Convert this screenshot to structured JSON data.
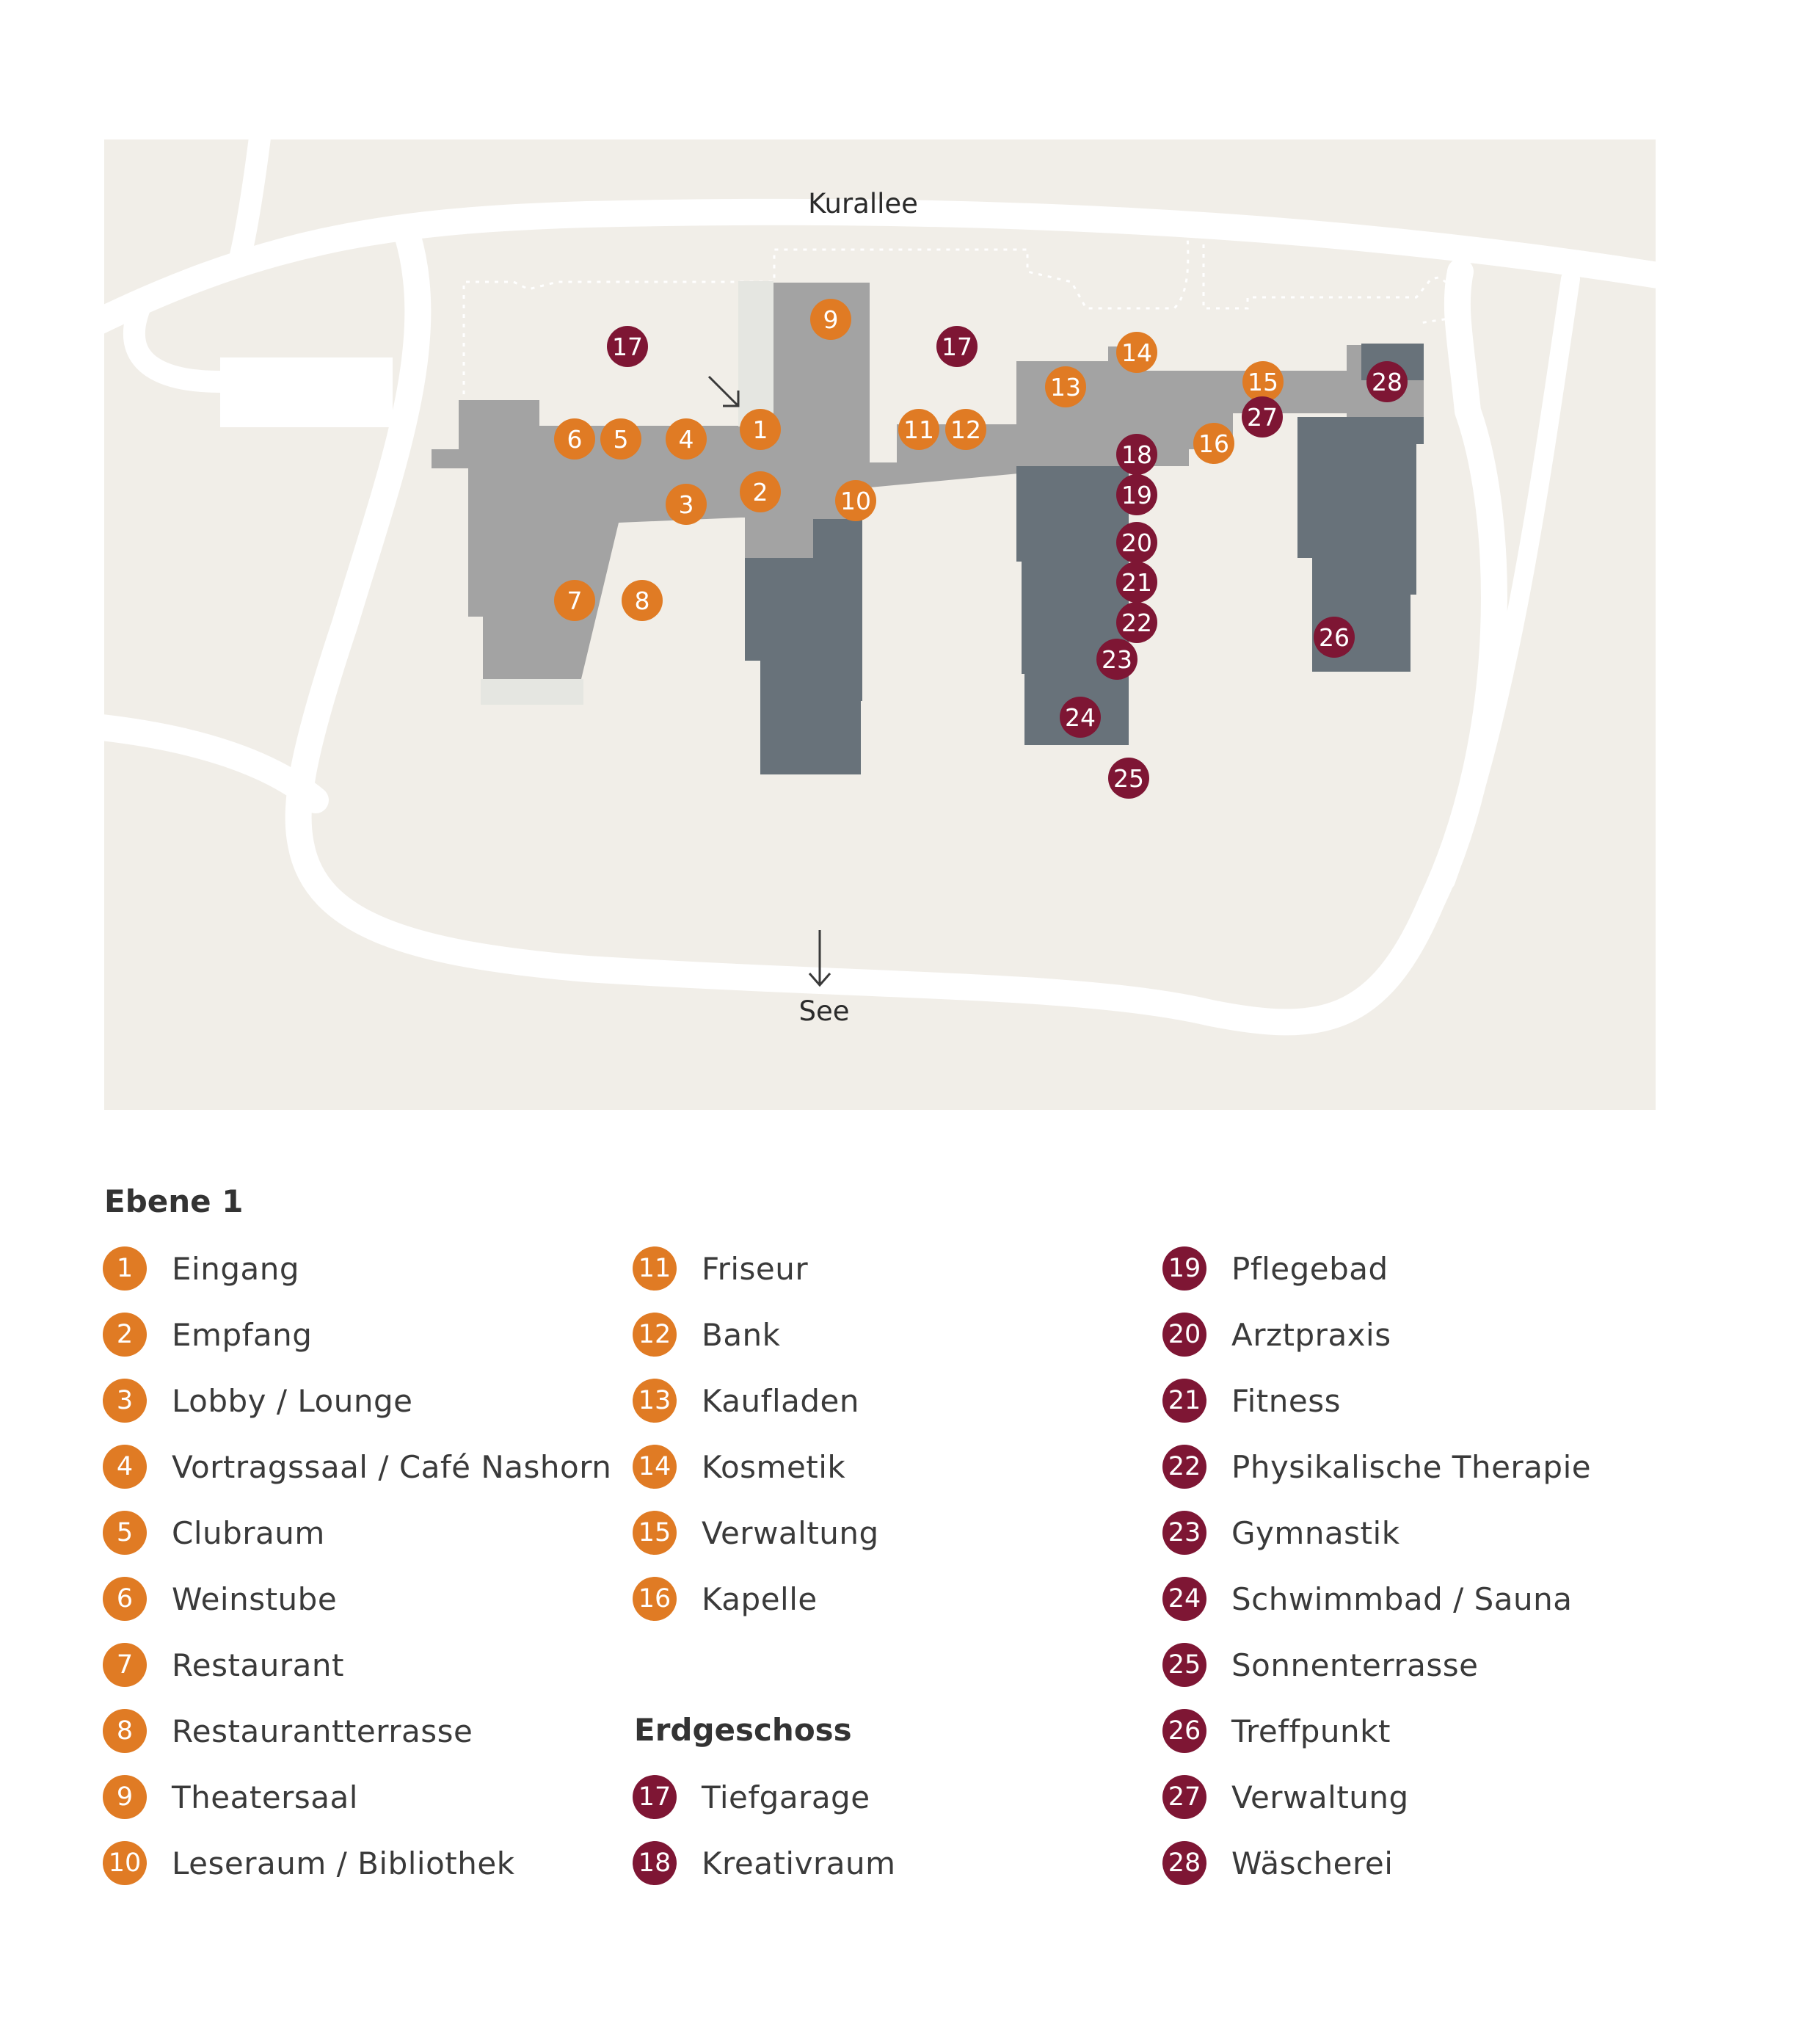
{
  "colors": {
    "ebene1": "#E07B24",
    "erdgeschoss": "#7E1634",
    "ground": "#F1EEE8",
    "road": "#FFFFFF",
    "building_light": "#A3A3A3",
    "building_dark": "#68727A",
    "terrace": "#E5E6E1"
  },
  "map": {
    "street_north": "Kurallee",
    "direction_south": "See",
    "markers": [
      {
        "id": "1",
        "level": "ebene1"
      },
      {
        "id": "2",
        "level": "ebene1"
      },
      {
        "id": "3",
        "level": "ebene1"
      },
      {
        "id": "4",
        "level": "ebene1"
      },
      {
        "id": "5",
        "level": "ebene1"
      },
      {
        "id": "6",
        "level": "ebene1"
      },
      {
        "id": "7",
        "level": "ebene1"
      },
      {
        "id": "8",
        "level": "ebene1"
      },
      {
        "id": "9",
        "level": "ebene1"
      },
      {
        "id": "10",
        "level": "ebene1"
      },
      {
        "id": "11",
        "level": "ebene1"
      },
      {
        "id": "12",
        "level": "ebene1"
      },
      {
        "id": "13",
        "level": "ebene1"
      },
      {
        "id": "14",
        "level": "ebene1"
      },
      {
        "id": "15",
        "level": "ebene1"
      },
      {
        "id": "16",
        "level": "ebene1"
      },
      {
        "id": "17",
        "level": "erdgeschoss"
      },
      {
        "id": "17",
        "level": "erdgeschoss"
      },
      {
        "id": "18",
        "level": "erdgeschoss"
      },
      {
        "id": "19",
        "level": "erdgeschoss"
      },
      {
        "id": "20",
        "level": "erdgeschoss"
      },
      {
        "id": "21",
        "level": "erdgeschoss"
      },
      {
        "id": "22",
        "level": "erdgeschoss"
      },
      {
        "id": "23",
        "level": "erdgeschoss"
      },
      {
        "id": "24",
        "level": "erdgeschoss"
      },
      {
        "id": "25",
        "level": "erdgeschoss"
      },
      {
        "id": "26",
        "level": "erdgeschoss"
      },
      {
        "id": "27",
        "level": "erdgeschoss"
      },
      {
        "id": "28",
        "level": "erdgeschoss"
      }
    ]
  },
  "legend": {
    "ebene1_title": "Ebene 1",
    "erdgeschoss_title": "Erdgeschoss",
    "ebene1": [
      {
        "num": "1",
        "label": "Eingang"
      },
      {
        "num": "2",
        "label": "Empfang"
      },
      {
        "num": "3",
        "label": "Lobby / Lounge"
      },
      {
        "num": "4",
        "label": "Vortragssaal / Café Nashorn"
      },
      {
        "num": "5",
        "label": "Clubraum"
      },
      {
        "num": "6",
        "label": "Weinstube"
      },
      {
        "num": "7",
        "label": "Restaurant"
      },
      {
        "num": "8",
        "label": "Restaurantterrasse"
      },
      {
        "num": "9",
        "label": "Theatersaal"
      },
      {
        "num": "10",
        "label": "Leseraum / Bibliothek"
      },
      {
        "num": "11",
        "label": "Friseur"
      },
      {
        "num": "12",
        "label": "Bank"
      },
      {
        "num": "13",
        "label": "Kaufladen"
      },
      {
        "num": "14",
        "label": "Kosmetik"
      },
      {
        "num": "15",
        "label": "Verwaltung"
      },
      {
        "num": "16",
        "label": "Kapelle"
      }
    ],
    "erdgeschoss": [
      {
        "num": "17",
        "label": "Tiefgarage"
      },
      {
        "num": "18",
        "label": "Kreativraum"
      },
      {
        "num": "19",
        "label": "Pflegebad"
      },
      {
        "num": "20",
        "label": "Arztpraxis"
      },
      {
        "num": "21",
        "label": "Fitness"
      },
      {
        "num": "22",
        "label": "Physikalische Therapie"
      },
      {
        "num": "23",
        "label": "Gymnastik"
      },
      {
        "num": "24",
        "label": "Schwimmbad / Sauna"
      },
      {
        "num": "25",
        "label": "Sonnenterrasse"
      },
      {
        "num": "26",
        "label": "Treffpunkt"
      },
      {
        "num": "27",
        "label": "Verwaltung"
      },
      {
        "num": "28",
        "label": "Wäscherei"
      }
    ]
  }
}
